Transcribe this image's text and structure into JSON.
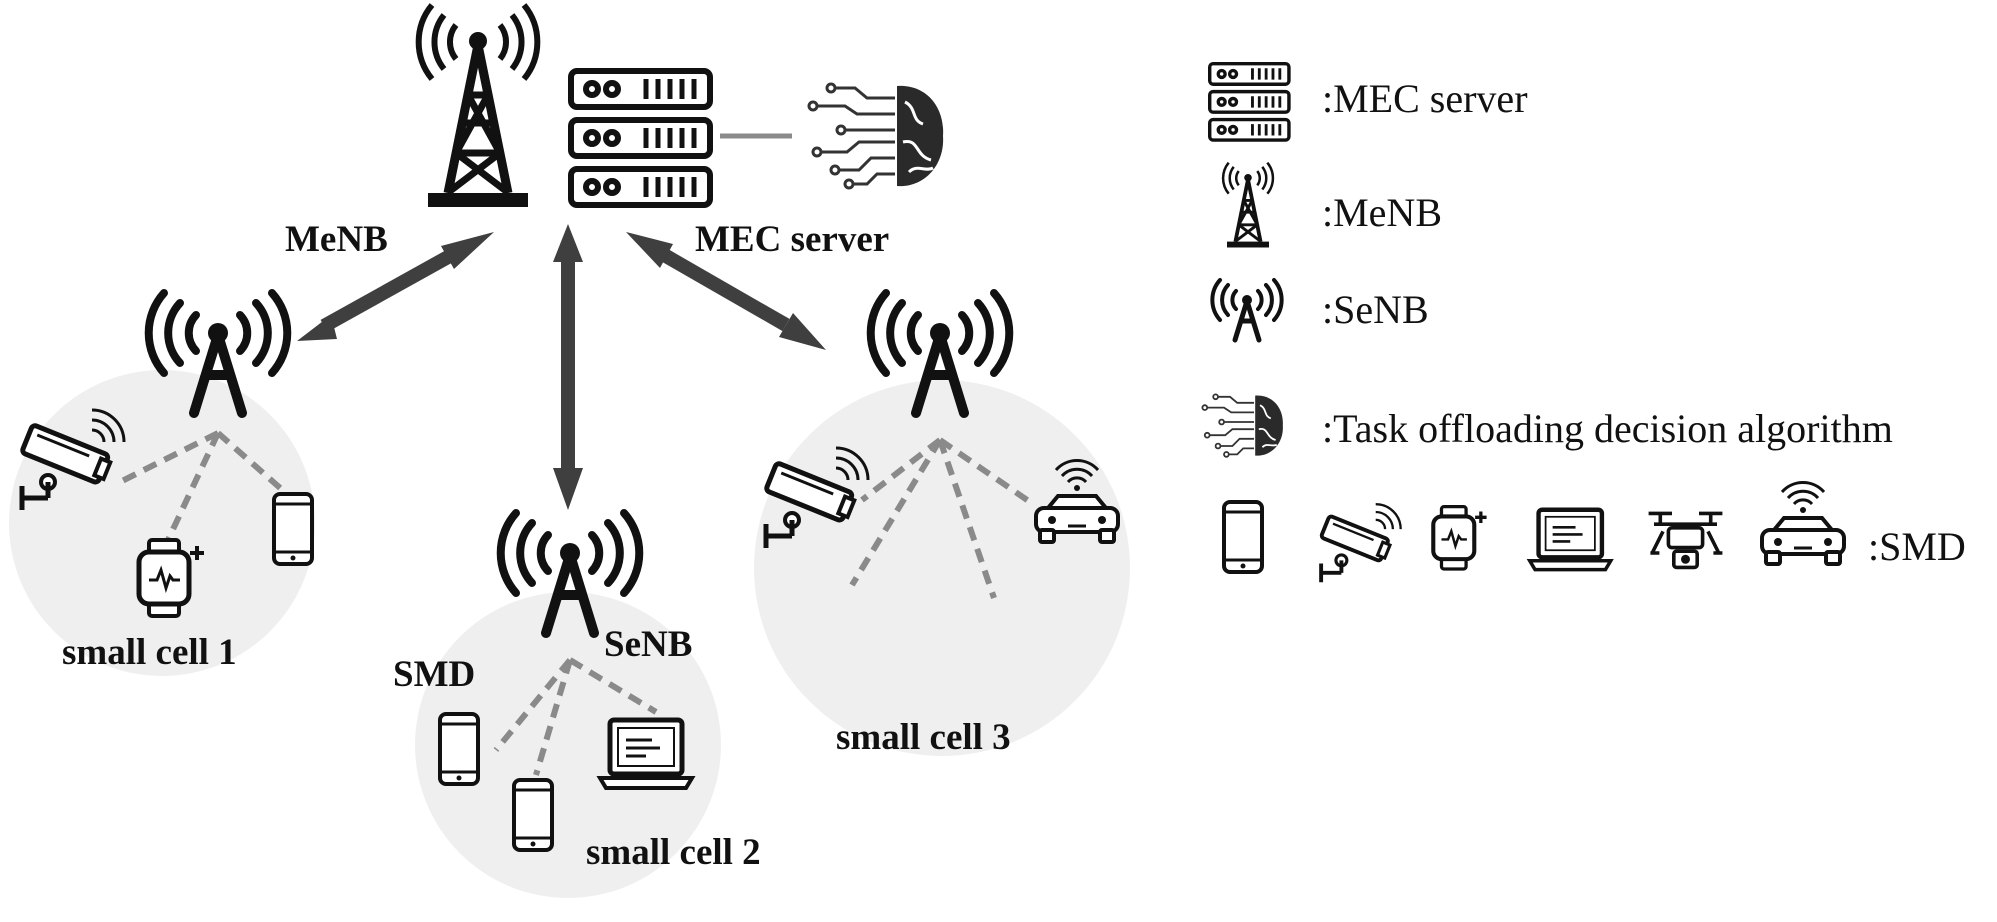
{
  "colors": {
    "cell_fill": "#efefef",
    "arrow": "#3f3f3f",
    "link_dash": "#8a8a8a",
    "icon": "#111111",
    "connector": "#8a8a8a"
  },
  "diagram": {
    "labels": {
      "menb": "MeNB",
      "mec_server": "MEC server",
      "senb": "SeNB",
      "smd": "SMD",
      "cell1": "small cell 1",
      "cell2": "small cell 2",
      "cell3": "small cell 3"
    },
    "icons": {
      "macro_tower": "macro-tower-icon",
      "server": "server-rack-icon",
      "brain": "ai-brain-circuit-icon",
      "small_tower": "small-tower-icon",
      "phone": "smartphone-icon",
      "camera": "wifi-camera-icon",
      "watch": "smartwatch-icon",
      "laptop": "laptop-icon",
      "drone": "drone-icon",
      "car": "connected-car-icon"
    }
  },
  "legend": {
    "mec_server": ":MEC server",
    "menb": ":MeNB",
    "senb": ":SeNB",
    "algorithm": ":Task offloading decision algorithm",
    "smd": ":SMD"
  }
}
